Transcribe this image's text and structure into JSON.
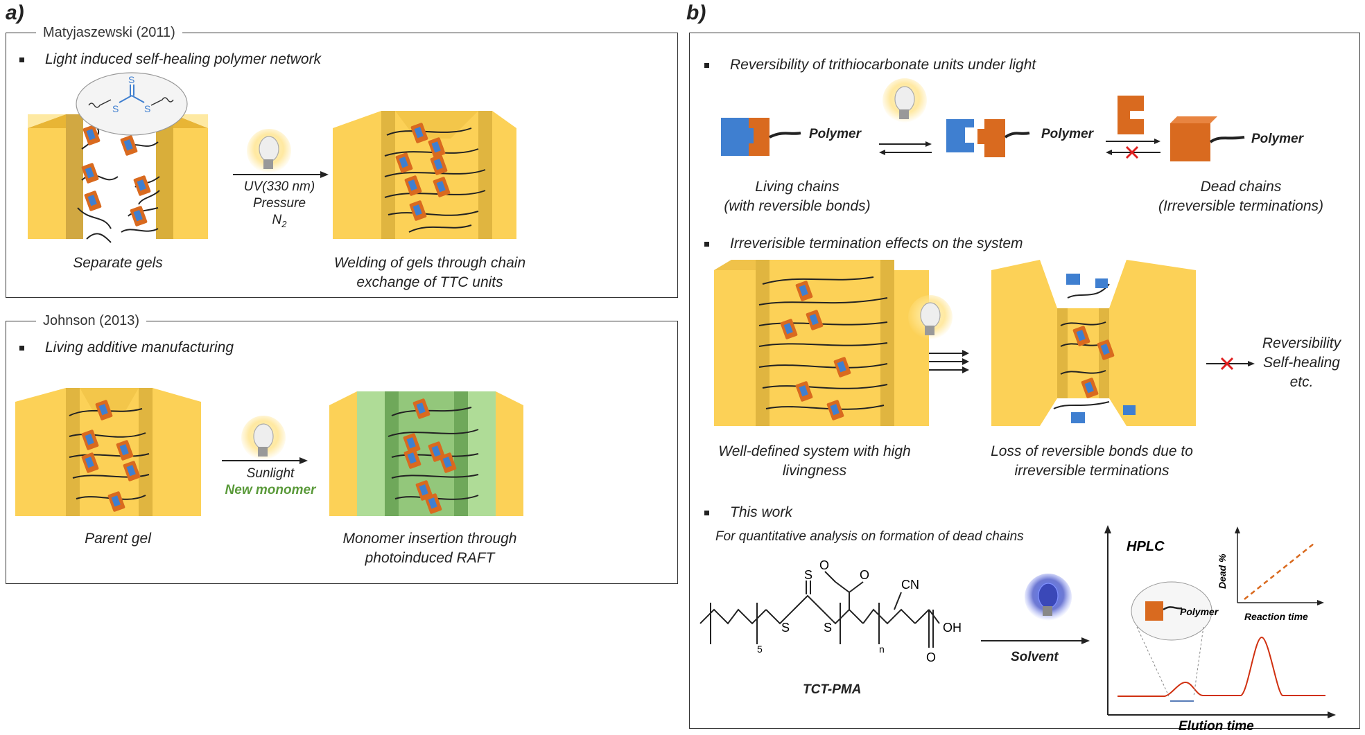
{
  "panel_a": {
    "letter": "a)",
    "box1": {
      "title": "Matyjaszewski (2011)",
      "bullet": "Light induced self-healing polymer network",
      "left_caption": "Separate gels",
      "right_caption_line1": "Welding of gels through chain",
      "right_caption_line2": "exchange of TTC units",
      "cond_line1": "UV(330  nm)",
      "cond_line2": "Pressure",
      "cond_line3": "N",
      "cond_line3_sub": "2",
      "inset_atom_s_top": "S",
      "inset_atom_s_left": "S",
      "inset_atom_s_right": "S"
    },
    "box2": {
      "title": "Johnson (2013)",
      "bullet": "Living additive manufacturing",
      "left_caption": "Parent gel",
      "right_caption_line1": "Monomer insertion through",
      "right_caption_line2": "photoinduced RAFT",
      "cond_line1": "Sunlight",
      "cond_line2": "New monomer"
    }
  },
  "panel_b": {
    "letter": "b)",
    "bullet1": "Reversibility of trithiocarbonate units under light",
    "polymer_label": "Polymer",
    "living_line1": "Living chains",
    "living_line2": "(with reversible bonds)",
    "dead_line1": "Dead chains",
    "dead_line2": "(Irreversible terminations)",
    "bullet2": "Irreverisible termination effects on the system",
    "welldef_line1": "Well-defined system with high",
    "welldef_line2": "livingness",
    "loss_line1": "Loss of reversible bonds due to",
    "loss_line2": "irreversible terminations",
    "effects_line1": "Reversibility",
    "effects_line2": "Self-healing",
    "effects_line3": "etc.",
    "bullet3": "This work",
    "subnote": "For quantitative analysis on formation of dead chains",
    "molecule_label": "TCT-PMA",
    "solvent_label": "Solvent",
    "mol_sub_5": "5",
    "mol_sub_n": "n",
    "mol_cn": "CN",
    "mol_oh": "OH",
    "mol_s": "S",
    "mol_o": "O",
    "hplc_title": "HPLC",
    "hplc_xlabel": "Elution time",
    "inset_ylabel": "Dead %",
    "inset_xlabel": "Reaction time",
    "hplc_polymer": "Polymer"
  },
  "colors": {
    "gel": "#fcd157",
    "gel_dark": "#e8b535",
    "gel_inner": "#d9ae3a",
    "green": "#a6d88c",
    "orange": "#d96a1f",
    "blue": "#3f7fd0",
    "red_cross": "#e02020",
    "accent_green_text": "#5a9a3a",
    "hplc_red": "#d03010"
  },
  "icons": [
    "lightbulb-icon",
    "blue-lightbulb-icon",
    "red-cross-icon"
  ]
}
